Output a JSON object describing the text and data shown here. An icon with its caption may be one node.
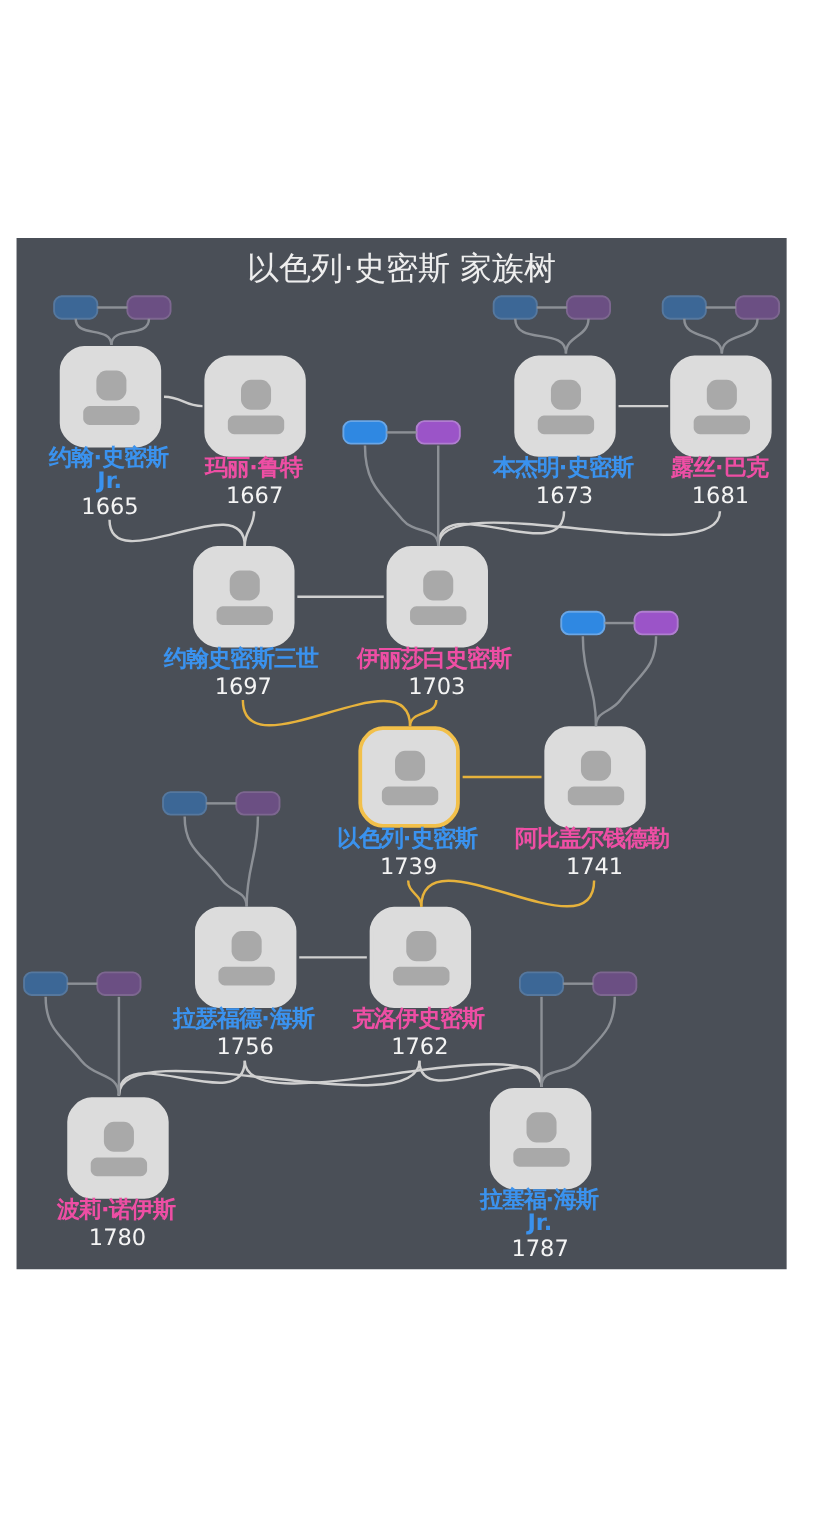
{
  "diagram": {
    "title": "以色列·史密斯 家族树",
    "nodes": [
      {
        "text": [],
        "shape": "box"
      },
      {
        "text": [],
        "shape": "box"
      },
      {
        "text": [],
        "shape": "box"
      },
      {
        "text": [],
        "shape": "box"
      },
      {
        "text": [],
        "shape": "box"
      },
      {
        "text": [],
        "shape": "box"
      },
      {
        "text": [
          "约翰·史密斯 Jr.",
          "1665"
        ]
      },
      {
        "text": [
          "玛丽·鲁特",
          "1667"
        ]
      },
      {
        "text": [
          "本杰明·史密斯",
          "1673"
        ]
      },
      {
        "text": [
          "露丝·巴克",
          "1681"
        ]
      },
      {
        "text": [],
        "shape": "box"
      },
      {
        "text": [],
        "shape": "box"
      },
      {
        "text": [
          "约翰史密斯三世",
          "1697"
        ]
      },
      {
        "text": [
          "伊丽莎白史密斯",
          "1703"
        ]
      },
      {
        "text": [],
        "shape": "box"
      },
      {
        "text": [],
        "shape": "box"
      },
      {
        "text": [
          "以色列·史密斯",
          "1739"
        ]
      },
      {
        "text": [
          "阿比盖尔钱德勒",
          "1741"
        ]
      },
      {
        "text": [],
        "shape": "box"
      },
      {
        "text": [],
        "shape": "box"
      },
      {
        "text": [
          "拉瑟福德·海斯",
          "1756"
        ]
      },
      {
        "text": [
          "克洛伊史密斯",
          "1762"
        ]
      },
      {
        "text": [],
        "shape": "box"
      },
      {
        "text": [],
        "shape": "box"
      },
      {
        "text": [],
        "shape": "box"
      },
      {
        "text": [],
        "shape": "box"
      },
      {
        "text": [
          "波莉·诺伊斯",
          "1780"
        ]
      },
      {
        "text": [
          "拉塞福·海斯 Jr.",
          "1787"
        ]
      }
    ],
    "edges": [
      {
        "from": 0,
        "to": 1,
        "arrow": "none"
      },
      {
        "from": 0,
        "to": 6,
        "arrow": "none"
      },
      {
        "from": 1,
        "to": 6,
        "arrow": "none"
      },
      {
        "from": 2,
        "to": 3,
        "arrow": "none"
      },
      {
        "from": 2,
        "to": 8,
        "arrow": "none"
      },
      {
        "from": 3,
        "to": 8,
        "arrow": "none"
      },
      {
        "from": 4,
        "to": 5,
        "arrow": "none"
      },
      {
        "from": 4,
        "to": 9,
        "arrow": "none"
      },
      {
        "from": 5,
        "to": 9,
        "arrow": "none"
      },
      {
        "from": 6,
        "to": 7,
        "arrow": "none",
        "color": "#d0d0d0"
      },
      {
        "from": 8,
        "to": 9,
        "arrow": "none",
        "color": "#d0d0d0"
      },
      {
        "from": 6,
        "to": 12,
        "arrow": "none",
        "color": "#d0d0d0"
      },
      {
        "from": 7,
        "to": 12,
        "arrow": "none",
        "color": "#d0d0d0"
      },
      {
        "from": 8,
        "to": 13,
        "arrow": "none",
        "color": "#d0d0d0"
      },
      {
        "from": 9,
        "to": 13,
        "arrow": "none",
        "color": "#d0d0d0"
      },
      {
        "from": 10,
        "to": 11,
        "arrow": "none"
      },
      {
        "from": 10,
        "to": 13,
        "arrow": "none"
      },
      {
        "from": 11,
        "to": 13,
        "arrow": "none"
      },
      {
        "from": 12,
        "to": 13,
        "arrow": "none",
        "color": "#d0d0d0"
      },
      {
        "from": 12,
        "to": 16,
        "arrow": "none",
        "color": "#e6b23c"
      },
      {
        "from": 13,
        "to": 16,
        "arrow": "none",
        "color": "#e6b23c"
      },
      {
        "from": 14,
        "to": 15,
        "arrow": "none"
      },
      {
        "from": 14,
        "to": 17,
        "arrow": "none"
      },
      {
        "from": 15,
        "to": 17,
        "arrow": "none"
      },
      {
        "from": 16,
        "to": 17,
        "arrow": "none",
        "color": "#e6b23c"
      },
      {
        "from": 16,
        "to": 21,
        "arrow": "none",
        "color": "#e6b23c"
      },
      {
        "from": 17,
        "to": 21,
        "arrow": "none",
        "color": "#e6b23c"
      },
      {
        "from": 18,
        "to": 19,
        "arrow": "none"
      },
      {
        "from": 18,
        "to": 20,
        "arrow": "none"
      },
      {
        "from": 19,
        "to": 20,
        "arrow": "none"
      },
      {
        "from": 20,
        "to": 21,
        "arrow": "none",
        "color": "#d0d0d0"
      },
      {
        "from": 20,
        "to": 26,
        "arrow": "none",
        "color": "#d0d0d0"
      },
      {
        "from": 21,
        "to": 26,
        "arrow": "none",
        "color": "#d0d0d0"
      },
      {
        "from": 20,
        "to": 27,
        "arrow": "none",
        "color": "#d0d0d0"
      },
      {
        "from": 21,
        "to": 27,
        "arrow": "none",
        "color": "#d0d0d0"
      },
      {
        "from": 22,
        "to": 23,
        "arrow": "none"
      },
      {
        "from": 22,
        "to": 26,
        "arrow": "none"
      },
      {
        "from": 23,
        "to": 26,
        "arrow": "none"
      },
      {
        "from": 24,
        "to": 25,
        "arrow": "none"
      },
      {
        "from": 24,
        "to": 27,
        "arrow": "none"
      },
      {
        "from": 25,
        "to": 27,
        "arrow": "none"
      }
    ]
  }
}
